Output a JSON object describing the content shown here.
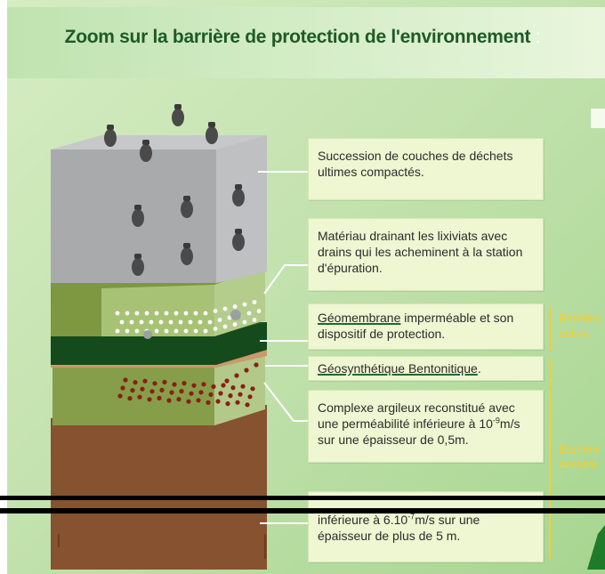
{
  "title": "Zoom sur la barrière de protection de l'environnement",
  "title_suffix": ":",
  "labels": {
    "waste": "Succession de couches de déchets ultimes compactés.",
    "drain": "Matériau drainant les lixiviats avec drains qui les acheminent à la station d'épuration.",
    "geomembrane_word": "Géomembrane",
    "geomembrane_rest": " imperméable et son dispositif de protection.",
    "geosynthetic_word": "Géosynthétique Bentonitique",
    "geosynthetic_end": ".",
    "clay_a": "Complexe argileux reconstitué avec une perméabilité inférieure à 10",
    "clay_exp": "-9",
    "clay_b": "m/s sur une épaisseur de 0,5m.",
    "substrate_a": "inférieure à 6.10",
    "substrate_exp": "-7",
    "substrate_b": "m/s sur une épaisseur de plus de 5 m."
  },
  "side_labels": {
    "active_1": "Barrière",
    "active_2": "active",
    "passive_1": "Barrière",
    "passive_2": "passive"
  },
  "colors": {
    "title": "#1f5a26",
    "label_bg": "#eef6d2",
    "side_label": "#f2cf33",
    "bracket": "#f2cf33"
  }
}
